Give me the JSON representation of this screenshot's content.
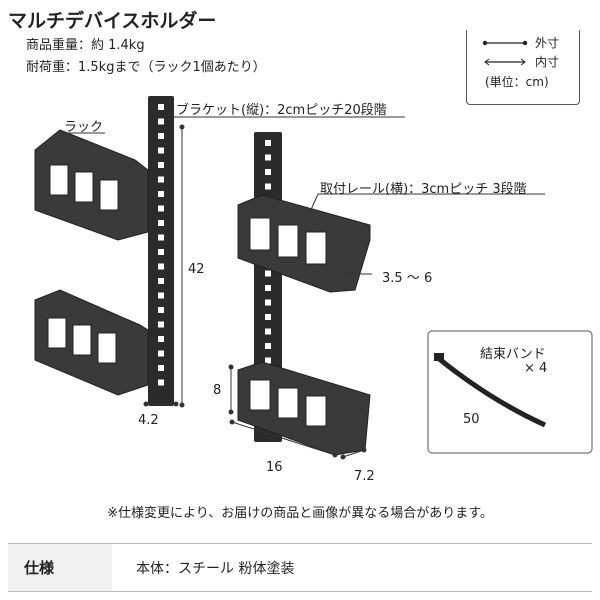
{
  "title": "マルチデバイスホルダー",
  "weight": "商品重量：約 1.4kg",
  "load": "耐荷重：1.5kgまで（ラック1個あたり）",
  "legend": {
    "outer": "外寸",
    "inner": "内寸",
    "unit": "(単位：cm)"
  },
  "labels": {
    "bracket": "ブラケット(縦)：2cmピッチ20段階",
    "rack": "ラック",
    "rail": "取付レール(横)：3cmピッチ 3段階",
    "band": "結束バンド",
    "band_count": "× 4"
  },
  "dimensions": {
    "height": "42",
    "width": "4.2",
    "gap": "3.5 ～ 6",
    "rack_h": "8",
    "rack_w": "16",
    "rack_d": "7.2",
    "band_len": "50"
  },
  "note": "※仕様変更により、お届けの商品と画像が異なる場合があります。",
  "spec": {
    "header": "仕様",
    "value": "本体：スチール 粉体塗装"
  }
}
